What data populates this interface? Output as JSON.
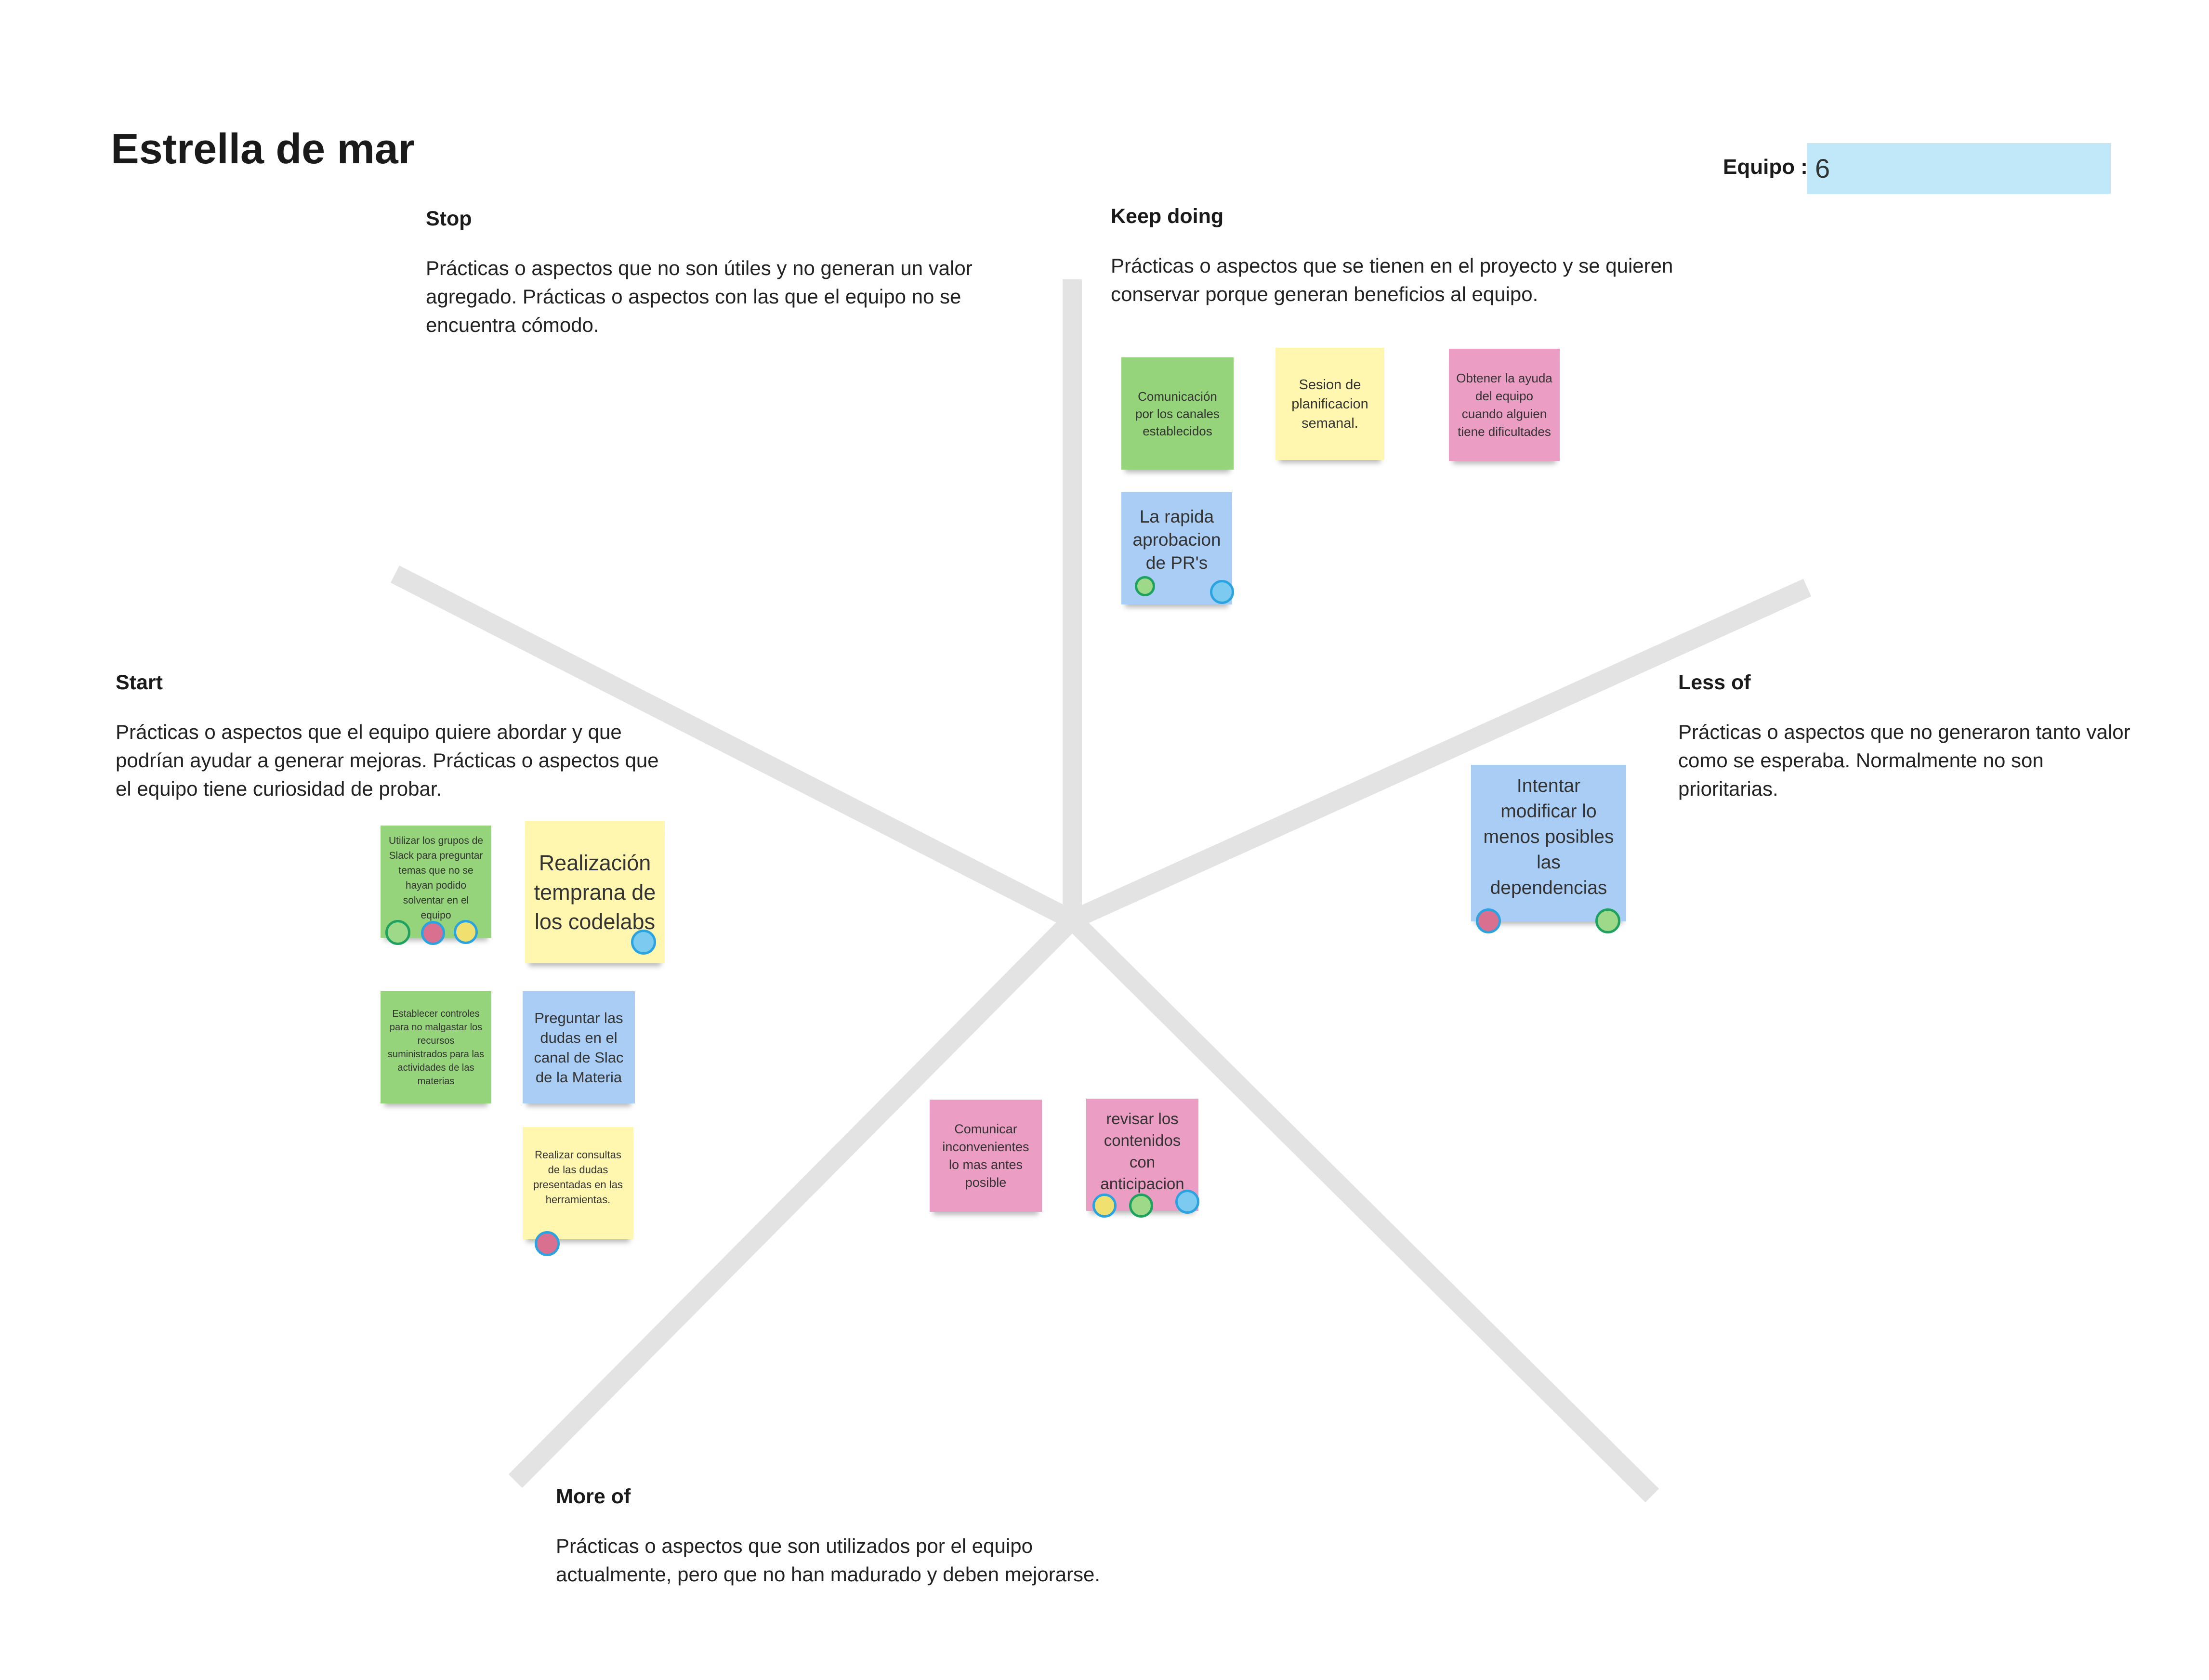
{
  "title": "Estrella de mar",
  "team": {
    "label": "Equipo :",
    "value": "6"
  },
  "colors": {
    "green": "#95d47a",
    "yellow": "#fff6b0",
    "pink": "#eb9dc4",
    "blue": "#a9cdf4",
    "dot_green": "#1fa15f",
    "dot_blue": "#2aa3e0",
    "dot_pink": "#e0558f",
    "dot_yellow": "#f0e064",
    "star_lines": "#e3e3e3"
  },
  "sections": {
    "stop": {
      "title": "Stop",
      "description": "Prácticas o aspectos que no son útiles y no generan un valor agregado. Prácticas o aspectos con las que el equipo no se encuentra cómodo."
    },
    "keep_doing": {
      "title": "Keep doing",
      "description": "Prácticas o aspectos que se tienen en el proyecto y se quieren conservar porque generan beneficios al equipo."
    },
    "start": {
      "title": "Start",
      "description": "Prácticas o aspectos que el equipo quiere abordar y que podrían ayudar a generar mejoras. Prácticas o aspectos que el equipo tiene curiosidad de probar."
    },
    "less_of": {
      "title": "Less of",
      "description": "Prácticas o aspectos que no generaron tanto valor como se esperaba. Normalmente no son prioritarias."
    },
    "more_of": {
      "title": "More of",
      "description": "Prácticas o aspectos que son utilizados por el equipo actualmente, pero que no han madurado y deben mejorarse."
    }
  },
  "notes": {
    "keep_1": {
      "text": "Comunicación por los canales establecidos",
      "color": "green"
    },
    "keep_2": {
      "text": "Sesion de planificacion semanal.",
      "color": "yellow"
    },
    "keep_3": {
      "text": "Obtener la ayuda del equipo cuando alguien tiene dificultades",
      "color": "pink"
    },
    "keep_4": {
      "text": "La rapida aprobacion de PR's",
      "color": "blue"
    },
    "start_1": {
      "text": "Utilizar los grupos de Slack para preguntar temas que no se hayan podido solventar en el equipo",
      "color": "green"
    },
    "start_2": {
      "text": "Realización temprana de los codelabs",
      "color": "yellow"
    },
    "start_3": {
      "text": "Establecer controles para no malgastar los recursos suministrados para las actividades de las materias",
      "color": "green"
    },
    "start_4": {
      "text": "Preguntar las dudas en el canal de Slac de la Materia",
      "color": "blue"
    },
    "start_5": {
      "text": "Realizar consultas de las dudas presentadas en las herramientas.",
      "color": "yellow"
    },
    "less_1": {
      "text": "Intentar modificar lo menos posibles las dependencias",
      "color": "blue"
    },
    "more_1": {
      "text": "Comunicar inconvenientes lo mas antes posible",
      "color": "pink"
    },
    "more_2": {
      "text": "revisar los contenidos con anticipacion",
      "color": "pink"
    }
  },
  "votes": {
    "keep_4": [
      "green",
      "blue"
    ],
    "start_1": [
      "green",
      "pink",
      "yellow"
    ],
    "start_2": [
      "blue"
    ],
    "start_5": [
      "pink"
    ],
    "less_1": [
      "pink",
      "green"
    ],
    "more_2": [
      "yellow",
      "green",
      "blue"
    ]
  }
}
